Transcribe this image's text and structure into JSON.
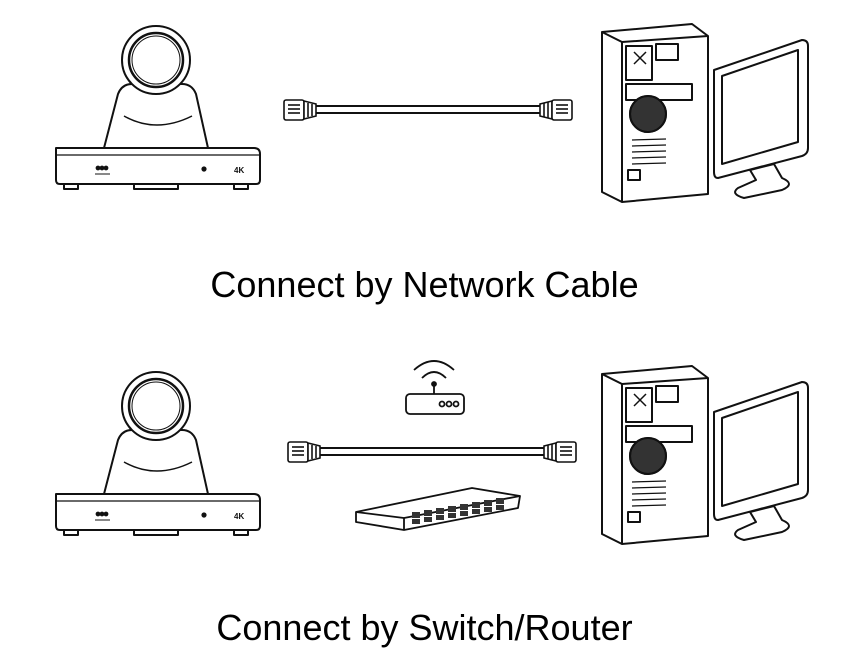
{
  "diagrams": [
    {
      "caption": "Connect by Network Cable",
      "camera_label": "4K",
      "nodes": [
        "camera-icon",
        "network-cable-icon",
        "desktop-computer-icon"
      ]
    },
    {
      "caption": "Connect by Switch/Router",
      "camera_label": "4K",
      "nodes": [
        "camera-icon",
        "wifi-router-icon",
        "network-cable-icon",
        "network-switch-icon",
        "desktop-computer-icon"
      ]
    }
  ]
}
